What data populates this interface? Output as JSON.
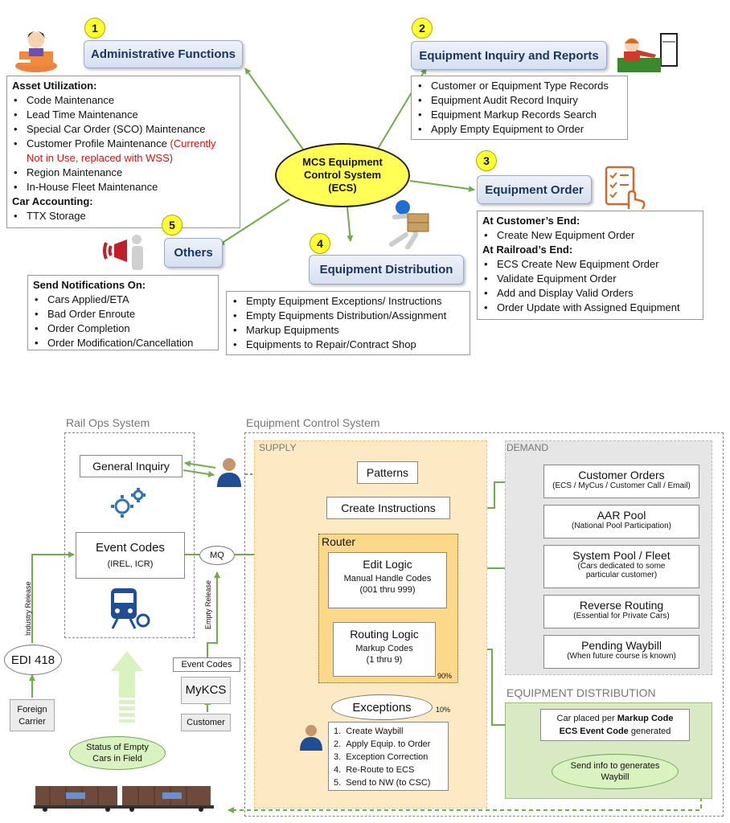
{
  "top": {
    "center": {
      "line1": "MCS Equipment",
      "line2": "Control System",
      "line3": "(ECS)"
    },
    "admin": {
      "number": "1",
      "title": "Administrative Functions",
      "heading1": "Asset Utilization:",
      "items1": [
        "Code Maintenance",
        "Lead Time Maintenance",
        "Special Car Order (SCO) Maintenance"
      ],
      "customer_item": "Customer Profile Maintenance ",
      "customer_note": "(Currently Not in Use, replaced with WSS)",
      "items2": [
        "Region Maintenance",
        "In-House Fleet Maintenance"
      ],
      "heading2": "Car Accounting:",
      "items3": [
        "TTX Storage"
      ]
    },
    "inquiry": {
      "number": "2",
      "title": "Equipment Inquiry and Reports",
      "items": [
        "Customer or Equipment Type Records",
        "Equipment Audit Record Inquiry",
        "Equipment Markup Records Search",
        "Apply Empty Equipment to Order"
      ]
    },
    "order": {
      "number": "3",
      "title": "Equipment Order",
      "heading1": "At Customer’s End:",
      "items1": [
        "Create New Equipment Order"
      ],
      "heading2": "At Railroad’s End:",
      "items2": [
        "ECS Create New Equipment Order",
        "Validate Equipment Order",
        "Add and Display Valid Orders",
        "Order Update with Assigned Equipment"
      ]
    },
    "distribution": {
      "number": "4",
      "title": "Equipment Distribution",
      "items": [
        "Empty Equipment Exceptions/ Instructions",
        "Empty Equipments Distribution/Assignment",
        "Markup Equipments",
        "Equipments to Repair/Contract Shop"
      ]
    },
    "others": {
      "number": "5",
      "title": "Others",
      "heading": "Send Notifications On:",
      "items": [
        "Cars Applied/ETA",
        "Bad Order Enroute",
        "Order Completion",
        "Order Modification/Cancellation"
      ]
    }
  },
  "bottom": {
    "rail_ops": {
      "label": "Rail Ops System",
      "general_inquiry": "General Inquiry",
      "event_codes_title": "Event Codes",
      "event_codes_sub": "(IREL, ICR)"
    },
    "mq": "MQ",
    "industry_release": "Industry Release",
    "empty_release": "Empty Release",
    "edi": "EDI 418",
    "foreign_carrier": "Foreign Carrier",
    "event_codes_label": "Event Codes",
    "mykcs": "MyKCS",
    "customer": "Customer",
    "status_empty": "Status of Empty Cars in Field",
    "ecs": {
      "label": "Equipment Control System",
      "supply": "SUPPLY",
      "demand": "DEMAND",
      "equip_dist": "EQUIPMENT DISTRIBUTION",
      "patterns": "Patterns",
      "create_instructions": "Create Instructions",
      "router": "Router",
      "edit_logic": "Edit Logic",
      "edit_sub1": "Manual Handle Codes",
      "edit_sub2": "(001 thru 999)",
      "routing_logic": "Routing Logic",
      "routing_sub1": "Markup Codes",
      "routing_sub2": "(1 thru 9)",
      "pct90": "90%",
      "exceptions": "Exceptions",
      "pct10": "10%",
      "exception_steps": [
        "Create Waybill",
        "Apply Equip. to Order",
        "Exception Correction",
        "Re-Route to ECS",
        "Send to NW (to CSC)"
      ],
      "demand_items": [
        {
          "title": "Customer Orders",
          "sub": "(ECS / MyCus / Customer Call / Email)"
        },
        {
          "title": "AAR Pool",
          "sub": "(National Pool Participation)"
        },
        {
          "title": "System Pool / Fleet",
          "sub": "(Cars dedicated to some particular customer)"
        },
        {
          "title": "Reverse Routing",
          "sub": "(Essential for Private Cars)"
        },
        {
          "title": "Pending Waybill",
          "sub": "(When future course is known)"
        }
      ],
      "car_placed_pre": "Car placed per ",
      "car_placed_bold": "Markup Code",
      "ecs_event": "ECS Event Code",
      "ecs_event_post": " generated",
      "send_info": "Send info to generates Waybill"
    }
  },
  "colors": {
    "arrow": "#70ad47",
    "title_text": "#17365d",
    "badge": "#ffff33",
    "supply_bg": "#fde9c4",
    "demand_bg": "#e7e6e6"
  }
}
